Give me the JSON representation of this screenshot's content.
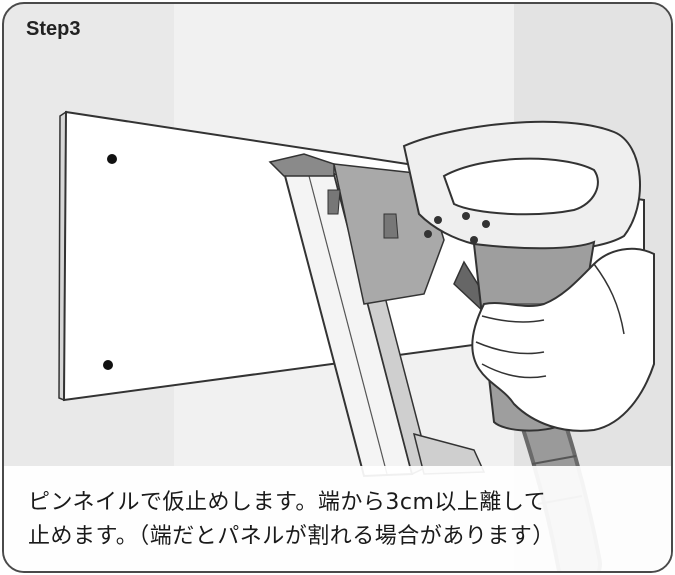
{
  "step": {
    "title": "Step3"
  },
  "caption": {
    "line1": "ピンネイルで仮止めします。端から3cm以上離して",
    "line2": "止めます。（端だとパネルが割れる場合があります）"
  },
  "illustration": {
    "panel_pins": 2,
    "icons": [
      "wooden-panel",
      "pin-nailer",
      "hand",
      "air-hose"
    ]
  }
}
